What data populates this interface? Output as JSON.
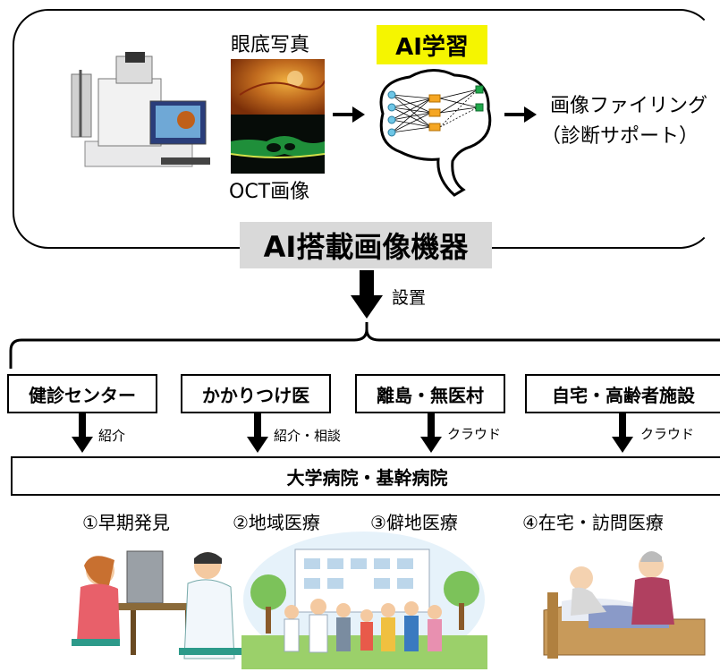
{
  "top": {
    "fundus_label": "眼底写真",
    "oct_label": "OCT画像",
    "ai_badge": "AI学習",
    "output_line1": "画像ファイリング",
    "output_line2": "（診断サポート）",
    "device_title": "AI搭載画像機器"
  },
  "install_label": "設置",
  "facilities": [
    "健診センター",
    "かかりつけ医",
    "離島・無医村",
    "自宅・高齢者施設"
  ],
  "flows": [
    "紹介",
    "紹介・相談",
    "クラウド",
    "クラウド"
  ],
  "university": "大学病院・基幹病院",
  "captions": [
    "①早期発見",
    "②地域医療",
    "③僻地医療",
    "④在宅・訪問医療"
  ],
  "colors": {
    "badge": "#f5f500",
    "title_box": "#d9d9d9",
    "retina": "#c06a1e",
    "oct": "#1f8f3a"
  }
}
